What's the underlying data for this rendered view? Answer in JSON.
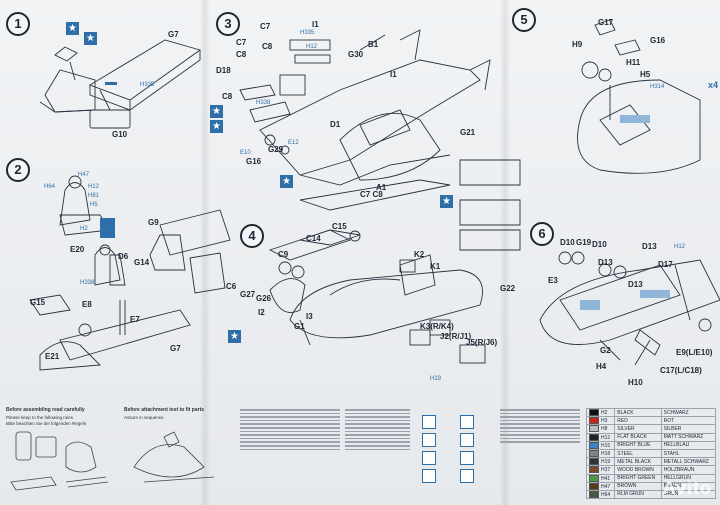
{
  "steps": [
    {
      "num": "1"
    },
    {
      "num": "2"
    },
    {
      "num": "3"
    },
    {
      "num": "4"
    },
    {
      "num": "5"
    },
    {
      "num": "6"
    }
  ],
  "labels": {
    "s1": [
      "G7",
      "G10",
      "H335"
    ],
    "s2": [
      "H47",
      "H12",
      "H81",
      "H5",
      "H64",
      "H2",
      "E20",
      "D6",
      "G14",
      "G9",
      "H338",
      "C6",
      "G15",
      "E8",
      "E7",
      "E21",
      "G7"
    ],
    "s3": [
      "C7",
      "I1",
      "H335",
      "C8",
      "H12",
      "C7",
      "C8",
      "G30",
      "B1",
      "D18",
      "C8",
      "I1",
      "G16",
      "G29",
      "D1",
      "G21",
      "A1",
      "C7 C8",
      "H338",
      "E10",
      "E12"
    ],
    "s4": [
      "C15",
      "C14",
      "C9",
      "G27",
      "G26",
      "I2",
      "G1",
      "I3",
      "K2",
      "K1",
      "K3(R/K4)",
      "J2(R/J1)",
      "J5(R/J6)",
      "H19"
    ],
    "s5": [
      "G17",
      "H9",
      "G16",
      "H11",
      "H5",
      "H314",
      "x4"
    ],
    "s6": [
      "D10",
      "G19",
      "D10",
      "D13",
      "D13",
      "D17",
      "E3",
      "D13",
      "G22",
      "G2",
      "H4",
      "H10",
      "C17(L/C18)",
      "E9(L/E10)",
      "H12"
    ]
  },
  "bottom": {
    "col1_title": "Before assembling read carefully",
    "col1_line1": "Please keep to the following rules",
    "col1_line2": "Bitte beachten Sie die folgenden Regeln",
    "col2_title": "Before attachment test to fit parts",
    "col2_line1": "Assure in sequence",
    "paints": [
      {
        "code": "H2",
        "en": "BLACK",
        "de": "SCHWARZ",
        "color": "#111111"
      },
      {
        "code": "H3",
        "en": "RED",
        "de": "ROT",
        "color": "#c2261f"
      },
      {
        "code": "H8",
        "en": "SILVER",
        "de": "SILBER",
        "color": "#b8bcc0"
      },
      {
        "code": "H12",
        "en": "FLAT BLACK",
        "de": "MATT SCHWARZ",
        "color": "#222222"
      },
      {
        "code": "H15",
        "en": "BRIGHT BLUE",
        "de": "HELLBLAU",
        "color": "#3b7fc4"
      },
      {
        "code": "H18",
        "en": "STEEL",
        "de": "STAHL",
        "color": "#7e8388"
      },
      {
        "code": "H19",
        "en": "METAL BLACK",
        "de": "METALL SCHWARZ",
        "color": "#333333"
      },
      {
        "code": "H37",
        "en": "WOOD BROWN",
        "de": "HOLZBRAUN",
        "color": "#7a4b2a"
      },
      {
        "code": "H41",
        "en": "BRIGHT GREEN",
        "de": "HELLGRUN",
        "color": "#4a9a4a"
      },
      {
        "code": "H47",
        "en": "BROWN",
        "de": "BRAUN",
        "color": "#5b3a22"
      },
      {
        "code": "H64",
        "en": "RLM GRUN",
        "de": "GRUN",
        "color": "#445a3d"
      }
    ],
    "watermark": "Avito"
  }
}
